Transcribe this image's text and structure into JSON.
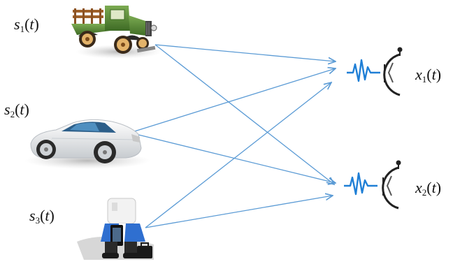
{
  "sources": [
    {
      "id": "s1",
      "var": "s",
      "sub": "1",
      "arg": "t",
      "object": "vintage-truck-icon"
    },
    {
      "id": "s2",
      "var": "s",
      "sub": "2",
      "arg": "t",
      "object": "sports-car-icon"
    },
    {
      "id": "s3",
      "var": "s",
      "sub": "3",
      "arg": "t",
      "object": "person-with-phone-icon"
    }
  ],
  "sensors": [
    {
      "id": "x1",
      "var": "x",
      "sub": "1",
      "arg": "t",
      "object": "microphone-sensor-icon"
    },
    {
      "id": "x2",
      "var": "x",
      "sub": "2",
      "arg": "t",
      "object": "microphone-sensor-icon"
    }
  ],
  "connections": [
    {
      "from": "s1",
      "to": "x1"
    },
    {
      "from": "s1",
      "to": "x2"
    },
    {
      "from": "s2",
      "to": "x1"
    },
    {
      "from": "s2",
      "to": "x2"
    },
    {
      "from": "s3",
      "to": "x1"
    },
    {
      "from": "s3",
      "to": "x2"
    }
  ],
  "colors": {
    "arrow": "#5b9bd5",
    "waveform": "#1f7fd6",
    "sensor": "#222222",
    "truck_body": "#5a8a3a",
    "car_body": "#e8e8e8",
    "person_shirt": "#2f6fd0"
  }
}
